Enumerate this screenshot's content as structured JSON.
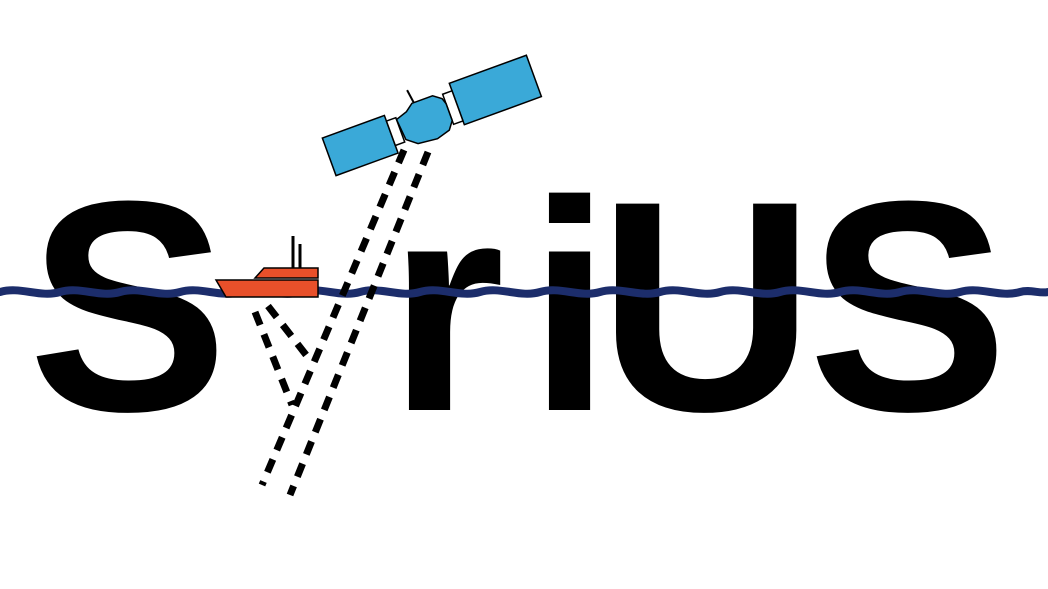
{
  "logo": {
    "letters": [
      "S",
      "Y",
      "r",
      "i",
      "U",
      "S"
    ],
    "wordmark": "SYriUS",
    "icons": [
      "satellite-icon",
      "ship-icon",
      "wave-line",
      "signal-beams"
    ],
    "colors": {
      "text": "#000000",
      "wave": "#1c2d6b",
      "satellite_panel": "#3aa9d8",
      "ship_hull": "#e8502a",
      "beam": "#000000",
      "background": "#ffffff"
    }
  }
}
